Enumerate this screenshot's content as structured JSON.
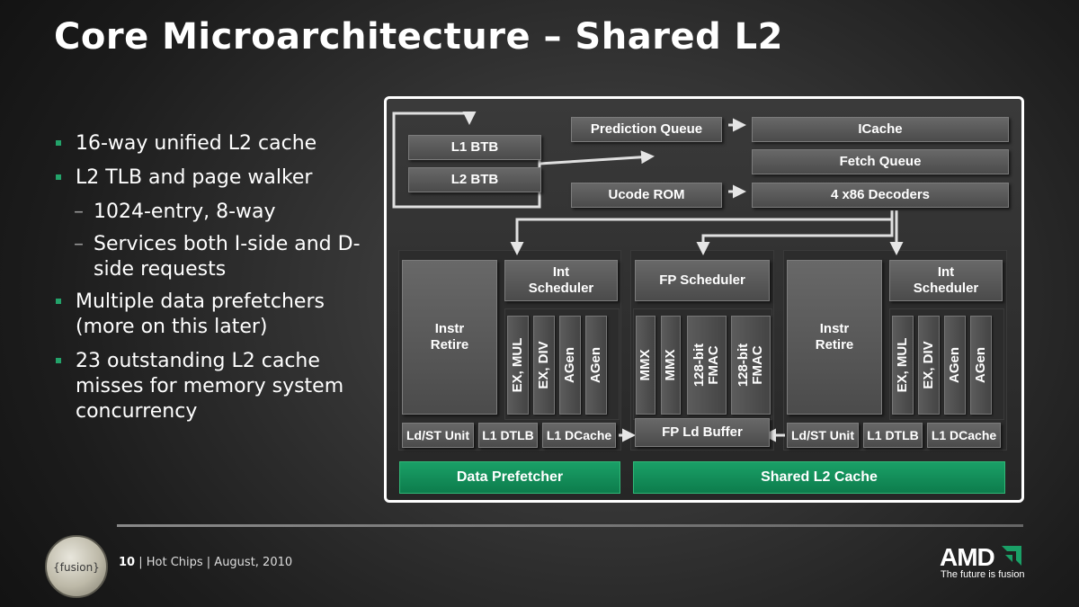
{
  "title": "Core Microarchitecture – Shared L2",
  "bullets": [
    {
      "level": 1,
      "text": "16-way unified L2 cache"
    },
    {
      "level": 1,
      "text": "L2 TLB and page walker"
    },
    {
      "level": 2,
      "text": "1024-entry, 8-way"
    },
    {
      "level": 2,
      "text": "Services both I-side and D-side requests"
    },
    {
      "level": 1,
      "text": "Multiple data prefetchers (more on this later)"
    },
    {
      "level": 1,
      "text": "23 outstanding L2 cache misses for memory system concurrency"
    }
  ],
  "diagram": {
    "l1_btb": "L1 BTB",
    "l2_btb": "L2 BTB",
    "prediction_queue": "Prediction Queue",
    "icache": "ICache",
    "fetch_queue": "Fetch Queue",
    "ucode_rom": "Ucode ROM",
    "decoders": "4 x86 Decoders",
    "left_core": {
      "instr_retire": "Instr\nRetire",
      "int_scheduler": "Int\nScheduler",
      "units": [
        "EX, MUL",
        "EX, DIV",
        "AGen",
        "AGen"
      ],
      "ldst": "Ld/ST Unit",
      "dtlb": "L1 DTLB",
      "dcache": "L1 DCache"
    },
    "fpu": {
      "scheduler": "FP Scheduler",
      "units": [
        "MMX",
        "MMX",
        "128-bit\nFMAC",
        "128-bit\nFMAC"
      ],
      "ld_buffer": "FP Ld Buffer"
    },
    "right_core": {
      "instr_retire": "Instr\nRetire",
      "int_scheduler": "Int\nScheduler",
      "units": [
        "EX, MUL",
        "EX, DIV",
        "AGen",
        "AGen"
      ],
      "ldst": "Ld/ST Unit",
      "dtlb": "L1 DTLB",
      "dcache": "L1 DCache"
    },
    "data_prefetcher": "Data Prefetcher",
    "shared_l2": "Shared L2 Cache"
  },
  "footer": {
    "page_number": "10",
    "event": "| Hot Chips | August, 2010",
    "logo_text": "fusion"
  },
  "brand": {
    "name": "AMD",
    "tagline": "The future is fusion"
  },
  "colors": {
    "accent_green": "#1aa067",
    "bullet_green": "#23a36a",
    "block_gray": "#5a5a5a"
  }
}
